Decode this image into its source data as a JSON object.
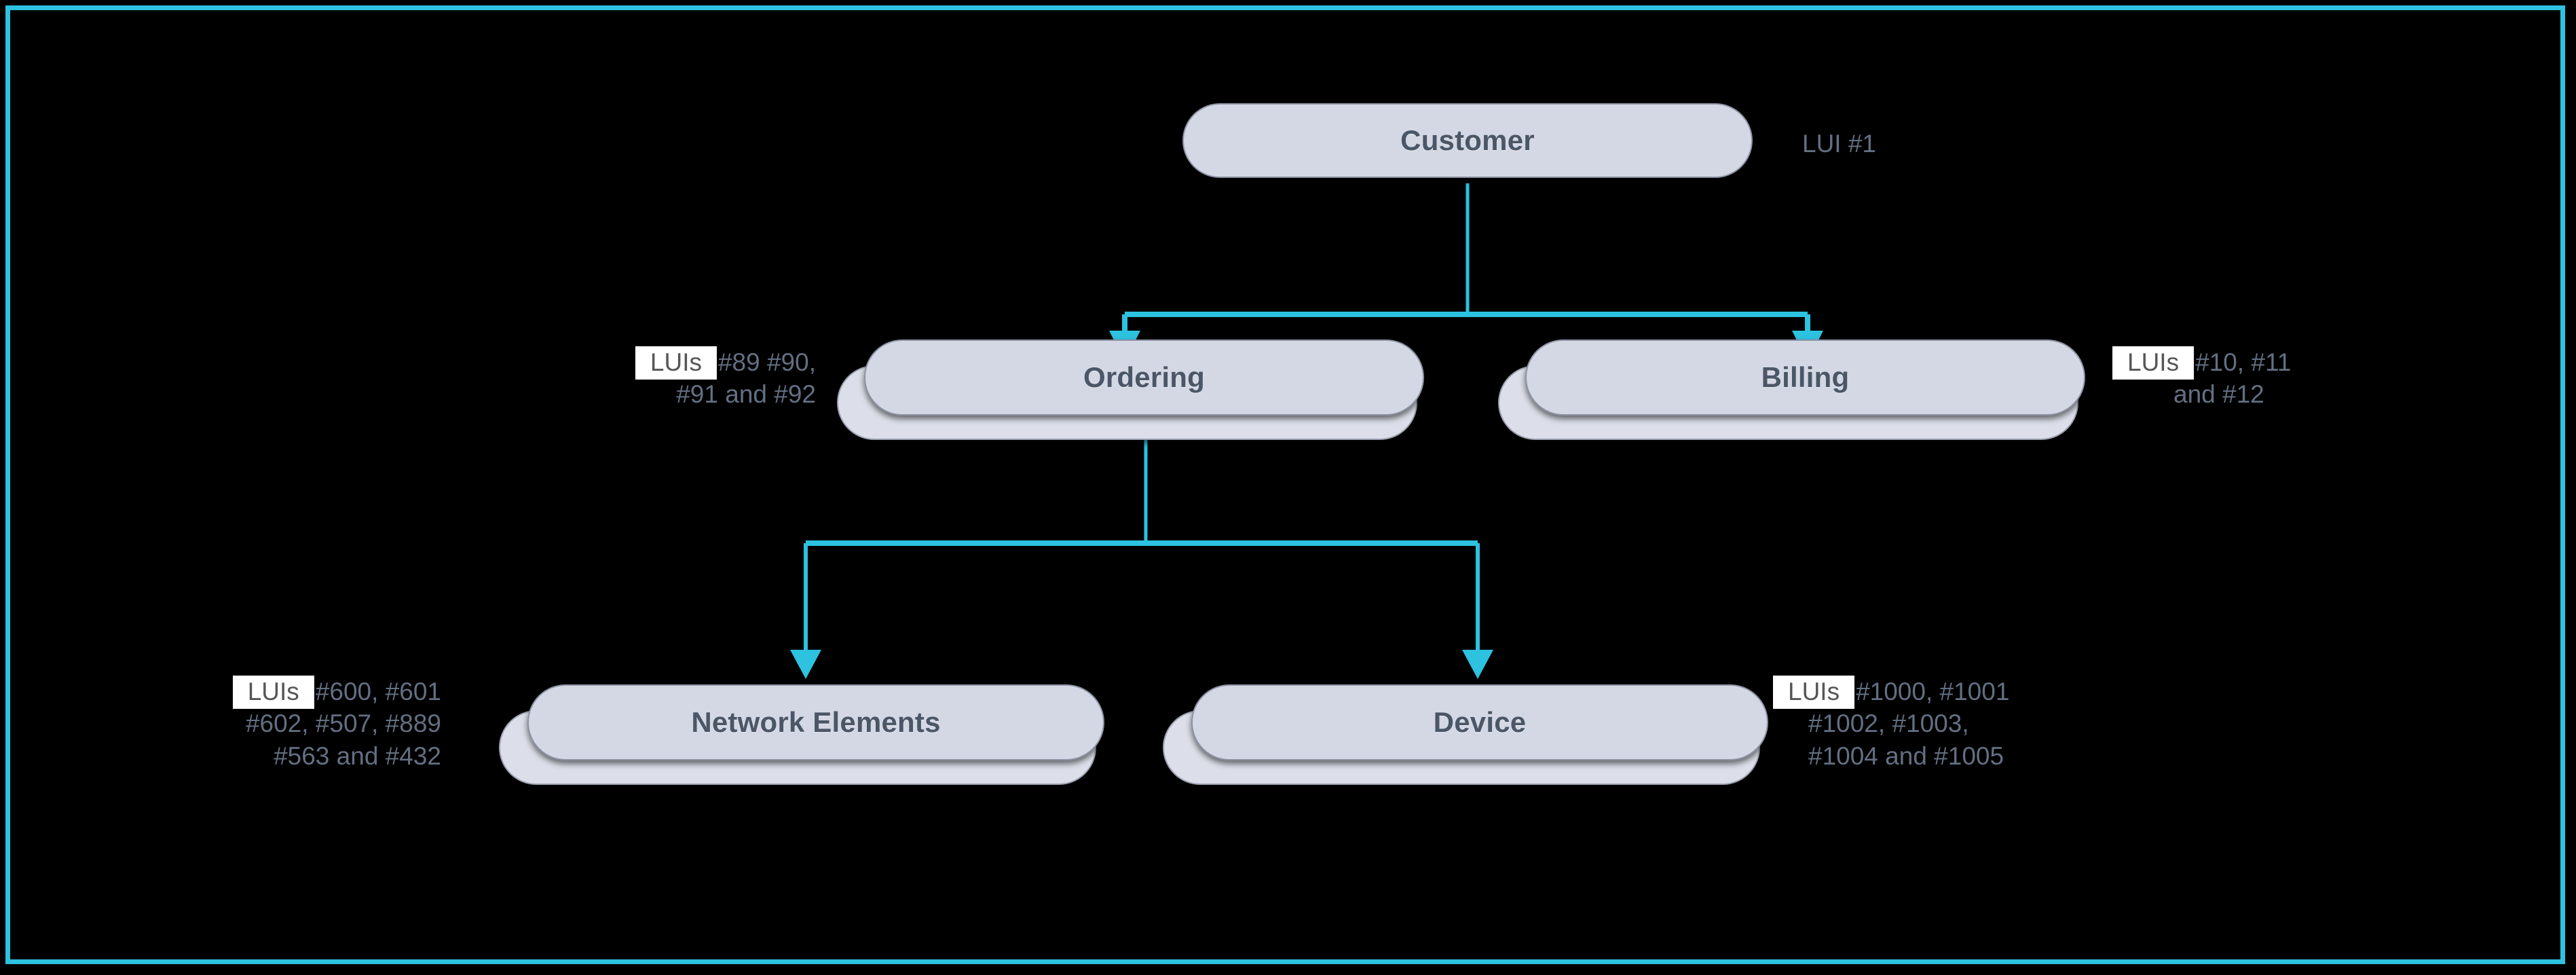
{
  "canvas": {
    "background": "#000000",
    "frame_color": "#2cc2e0",
    "connector_color": "#2cc2e0",
    "node_fill": "#d3d8e4",
    "node_border": "#8d93a3",
    "node_text_color": "#4b5666",
    "annotation_text_color": "#636f82",
    "tag_background": "#ffffff",
    "tag_text_color": "#565656"
  },
  "diagram": {
    "type": "hierarchy-tree",
    "tag_label": "LUIs",
    "nodes": {
      "customer": {
        "label": "Customer"
      },
      "ordering": {
        "label": "Ordering"
      },
      "billing": {
        "label": "Billing"
      },
      "network_elements": {
        "label": "Network Elements"
      },
      "device": {
        "label": "Device"
      }
    },
    "annotations": {
      "customer": {
        "tag": "LUI",
        "lines": [
          "#1"
        ]
      },
      "ordering": {
        "tag": "LUIs",
        "lines": [
          "#89 #90,",
          "#91 and #92"
        ]
      },
      "billing": {
        "tag": "LUIs",
        "lines": [
          "#10, #11",
          "and #12"
        ]
      },
      "network_elements": {
        "tag": "LUIs",
        "lines": [
          "#600, #601",
          "#602, #507, #889",
          "#563 and #432"
        ]
      },
      "device": {
        "tag": "LUIs",
        "lines": [
          "#1000, #1001",
          "#1002, #1003,",
          "#1004 and #1005"
        ]
      }
    }
  }
}
